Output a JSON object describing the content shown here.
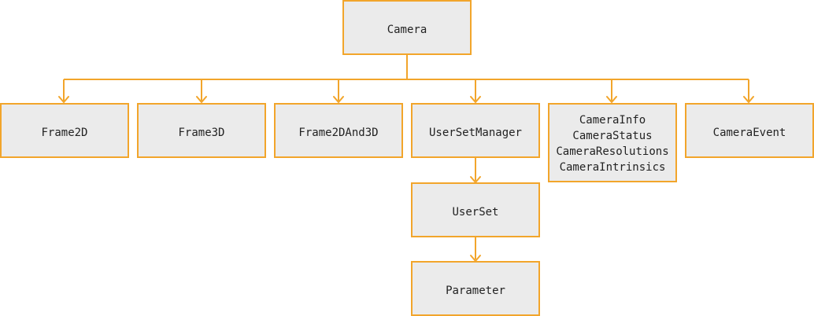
{
  "nodes": {
    "camera": {
      "label": "Camera"
    },
    "frame2d": {
      "label": "Frame2D"
    },
    "frame3d": {
      "label": "Frame3D"
    },
    "frame2dand3d": {
      "label": "Frame2DAnd3D"
    },
    "usersetmanager": {
      "label": "UserSetManager"
    },
    "camerainfo": {
      "lines": [
        "CameraInfo",
        "CameraStatus",
        "CameraResolutions",
        "CameraIntrinsics"
      ]
    },
    "cameraevent": {
      "label": "CameraEvent"
    },
    "userset": {
      "label": "UserSet"
    },
    "parameter": {
      "label": "Parameter"
    }
  },
  "colors": {
    "border": "#f2a52b",
    "fill": "#ebebeb",
    "text": "#222222"
  }
}
